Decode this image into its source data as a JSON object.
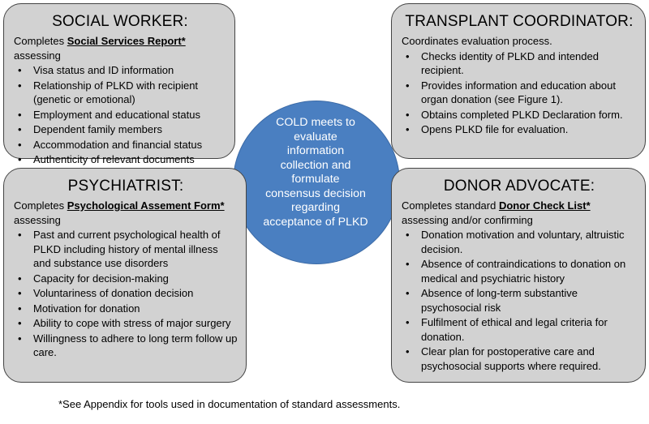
{
  "center": {
    "text": "COLD meets to\nevaluate\ninformation\ncollection and\nformulate\nconsensus decision\nregarding\nacceptance of PLKD"
  },
  "social_worker": {
    "title": "SOCIAL WORKER:",
    "intro_pre": "Completes ",
    "intro_doc": "Social Services Report*",
    "intro_post": " assessing",
    "items": [
      "Visa status and ID information",
      "Relationship of PLKD with recipient (genetic or emotional)",
      "Employment and educational status",
      "Dependent family members",
      "Accommodation and financial status",
      "Authenticity of relevant documents"
    ]
  },
  "transplant_coordinator": {
    "title": "TRANSPLANT COORDINATOR:",
    "intro": "Coordinates evaluation process.",
    "items": [
      "Checks identity of PLKD and intended recipient.",
      "Provides information and education about organ donation (see Figure 1).",
      "Obtains completed PLKD Declaration form.",
      "Opens PLKD file for evaluation."
    ]
  },
  "psychiatrist": {
    "title": "PSYCHIATRIST:",
    "intro_pre": "Completes ",
    "intro_doc": "Psychological Assement Form*",
    "intro_post": " assessing",
    "items": [
      "Past and current psychological health of PLKD including history of mental illness and substance use disorders",
      "Capacity for decision-making",
      "Voluntariness of donation decision",
      "Motivation for donation",
      "Ability to cope with stress of major surgery",
      "Willingness to adhere to long term follow up care."
    ]
  },
  "donor_advocate": {
    "title": "DONOR ADVOCATE:",
    "intro_pre": "Completes standard ",
    "intro_doc": "Donor Check List*",
    "intro_post": " assessing and/or confirming",
    "items": [
      "Donation motivation and voluntary, altruistic decision.",
      "Absence of contraindications to donation on  medical and psychiatric history",
      "Absence of long-term substantive psychosocial risk",
      "Fulfilment of ethical and legal criteria for donation.",
      "Clear plan for postoperative care and psychosocial supports where required."
    ]
  },
  "footnote": "*See Appendix for tools used in documentation of standard assessments.",
  "colors": {
    "box_fill": "#d2d2d2",
    "circle_fill": "#4a7fc1",
    "circle_text": "#ffffff"
  }
}
